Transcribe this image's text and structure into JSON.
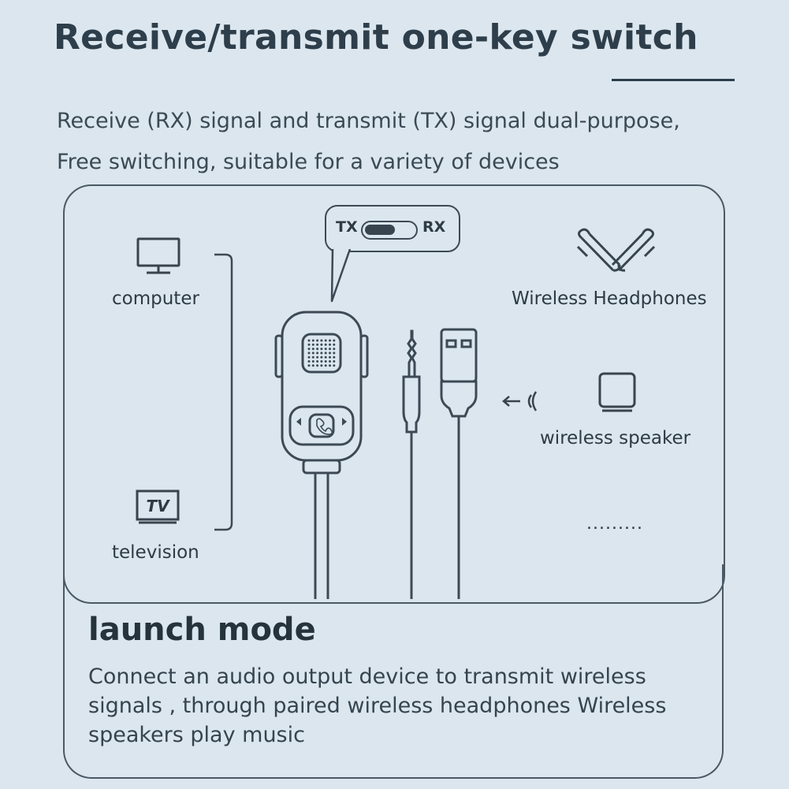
{
  "header": {
    "title": "Receive/transmit one-key switch",
    "subtitle_line1": "Receive (RX) signal and transmit (TX) signal dual-purpose,",
    "subtitle_line2": "Free switching, suitable for a variety of devices"
  },
  "diagram": {
    "switch": {
      "left_label": "TX",
      "right_label": "RX"
    },
    "left_devices": [
      {
        "label": "computer",
        "icon": "monitor-icon"
      },
      {
        "label": "television",
        "icon": "tv-icon"
      }
    ],
    "right_devices": [
      {
        "label": "Wireless Headphones",
        "icon": "headphones-icon"
      },
      {
        "label": "wireless speaker",
        "icon": "speaker-icon"
      }
    ],
    "more": ".........",
    "tv_badge": "TV"
  },
  "mode": {
    "heading": "launch mode",
    "description": "Connect an audio output device to transmit wireless signals , through paired wireless headphones Wireless speakers play music"
  },
  "colors": {
    "background": "#dbe6ee",
    "line": "#3d4a55",
    "text": "#2e3a44"
  }
}
